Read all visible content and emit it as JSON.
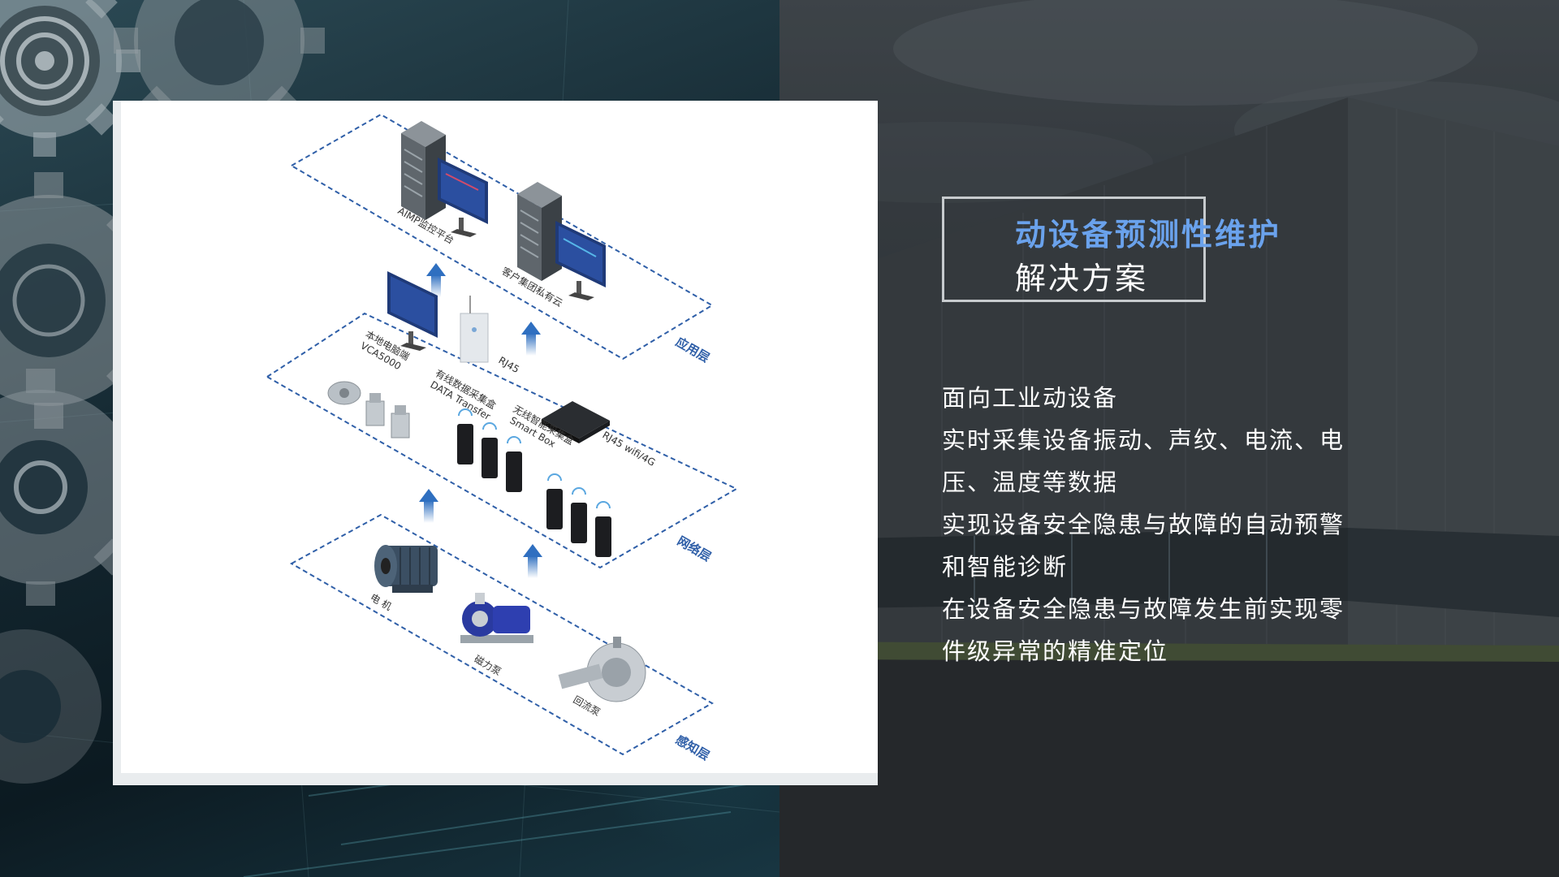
{
  "title": {
    "line1": "动设备预测性维护",
    "line2": "解决方案"
  },
  "description": [
    "面向工业动设备",
    "实时采集设备振动、声纹、电流、电",
    "压、温度等数据",
    "实现设备安全隐患与故障的自动预警",
    "和智能诊断",
    "在设备安全隐患与故障发生前实现零",
    "件级异常的精准定位"
  ],
  "diagram": {
    "layers": {
      "application": "应用层",
      "network": "网络层",
      "perception": "感知层"
    },
    "labels": {
      "aimp": "AIMP监控平台",
      "private_cloud": "客户集团私有云",
      "local_terminal_1": "本地电脑端",
      "local_terminal_2": "VCA5000",
      "rj45_top": "RJ45",
      "wired_box_1": "有线数据采集盒",
      "wired_box_2": "DATA Transfer",
      "wireless_box_1": "无线智能采集盒",
      "wireless_box_2": "Smart Box",
      "rj45_wifi": "RJ45  wifi/4G",
      "motor": "电  机",
      "mag_pump": "磁力泵",
      "reflux_pump": "回流泵"
    }
  },
  "colors": {
    "title_accent": "#6aa2ec",
    "layer_text": "#2f5fa8",
    "dash_line": "#2f5fa8",
    "arrow": "#2f6fc0"
  }
}
